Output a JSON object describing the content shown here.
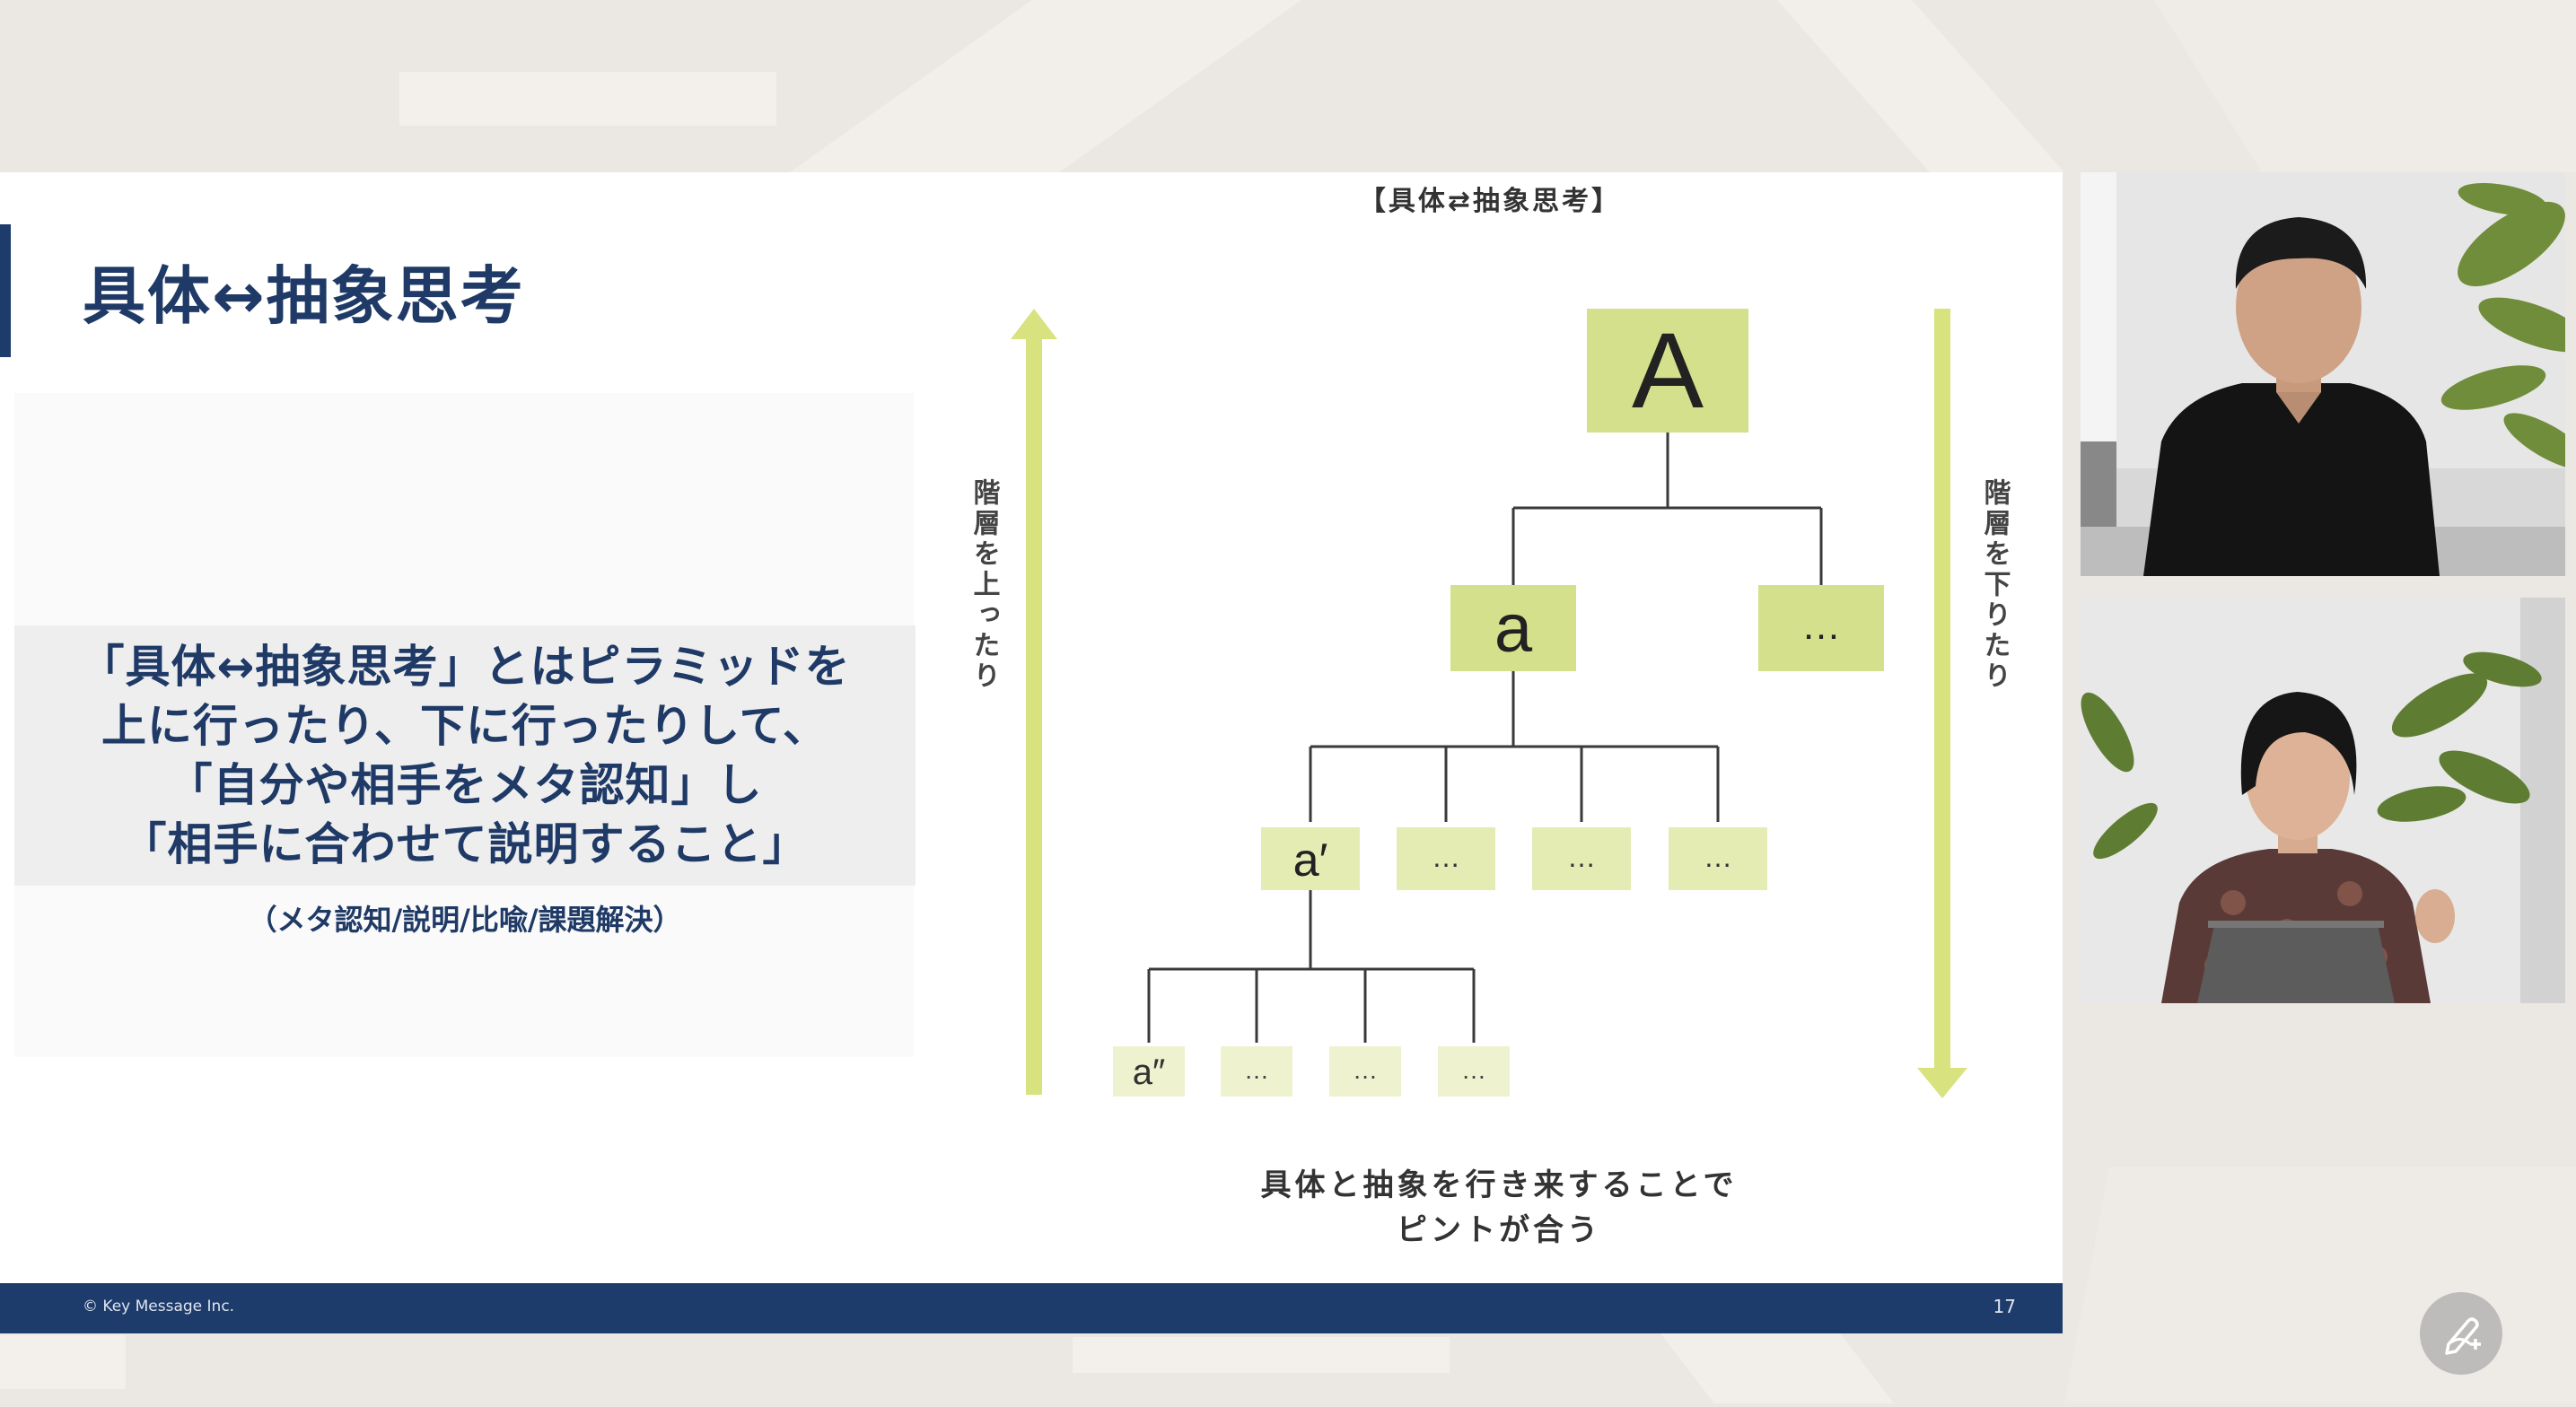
{
  "slide": {
    "title": "具体↔抽象思考",
    "summary_lines": [
      "「具体↔抽象思考」とはピラミッドを",
      "上に行ったり、下に行ったりして、",
      "「自分や相手をメタ認知」し",
      "「相手に合わせて説明すること」"
    ],
    "subnote": "（メタ認知/説明/比喩/課題解決）",
    "footer_copyright": "© Key Message Inc.",
    "page_number": "17"
  },
  "diagram": {
    "header": "【具体⇄抽象思考】",
    "left_arrow_label": "階層を上ったり",
    "right_arrow_label": "階層を下りたり",
    "top_node": "A",
    "level2": [
      "a",
      "…"
    ],
    "level3": [
      "a′",
      "…",
      "…",
      "…"
    ],
    "level4": [
      "a″",
      "…",
      "…",
      "…"
    ],
    "caption_lines": [
      "具体と抽象を行き来することで",
      "ピントが合う"
    ]
  },
  "colors": {
    "navy": "#1d3b6b",
    "title_text": "#1f3a66",
    "box_dark": "#d4e08b",
    "box_mid": "#e4ecb4",
    "box_light": "#eef2cf",
    "arrow": "#d8e27f"
  },
  "icons": {
    "fab": "pen-plus-icon"
  }
}
